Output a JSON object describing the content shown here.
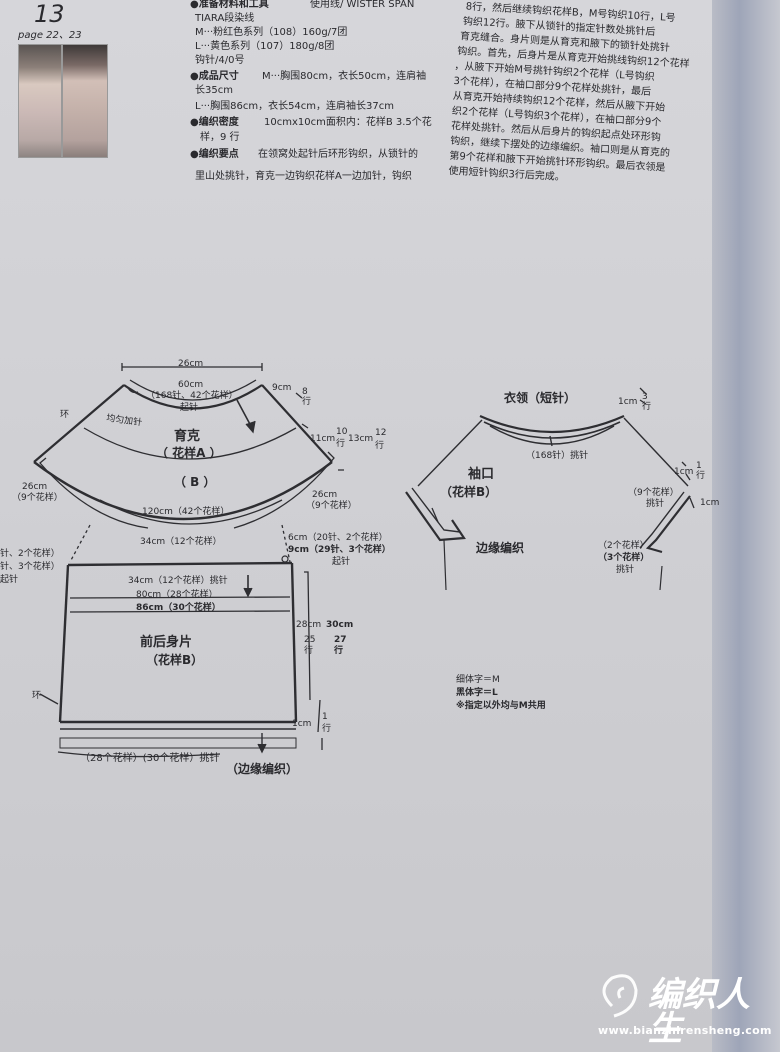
{
  "header": {
    "pattern_number": "13",
    "page_ref": "page 22、23"
  },
  "materials": {
    "label": "●准备材料和工具",
    "line1": "使用线/ WISTER SPAN",
    "line2": "TIARA段染线",
    "line3": "M···粉红色系列（108）160g/7团",
    "line4": "L···黄色系列（107）180g/8团",
    "line5": "钩针/4/0号"
  },
  "size": {
    "label": "●成品尺寸",
    "line1": "M···胸围80cm，衣长50cm，连肩袖",
    "line2": "长35cm",
    "line3": "L···胸围86cm，衣长54cm，连肩袖长37cm"
  },
  "gauge": {
    "label": "●编织密度",
    "line1": "10cmx10cm面积内：花样B 3.5个花",
    "line2": "样，9 行"
  },
  "points": {
    "label": "●编织要点",
    "line1": "在领窝处起针后环形钩织，从锁针的",
    "line2": "里山处挑针，育克一边钩织花样A一边加针，钩织"
  },
  "right_column": [
    "8行，然后继续钩织花样B，M号钩织10行，L号",
    "钩织12行。腋下从锁针的指定针数处挑针后",
    "育克缝合。身片则是从育克和腋下的锁针处挑针",
    "钩织。首先，后身片是从育克开始挑线钩织12个花样",
    "，从腋下开始M号挑针钩织2个花样（L号钩织",
    "3个花样），在袖口部分9个花样处挑针，最后",
    "从育克开始持续钩织12个花样，然后从腋下开始",
    "织2个花样（L号钩织3个花样），在袖口部分9个",
    "花样处挑针。然后从后身片的钩织起点处环形钩",
    "钩织，继续下摆处的边缘编织。袖口则是从育克的",
    "第9个花样和腋下开始挑针环形钩织。最后衣领是",
    "使用短针钩织3行后完成。"
  ],
  "yoke": {
    "top_width": "26cm",
    "inner_circ": "60cm",
    "start_stitches": "（168针、42个花样）",
    "start_label": "起针",
    "inc_label": "均匀加针",
    "ring_left": "环",
    "title": "育克",
    "pattern_a": "（ 花样A ）",
    "pattern_b": "（ B ）",
    "side_9cm": "9cm",
    "side_8rows": "8",
    "side_8rows_unit": "行",
    "side_11cm": "11cm",
    "side_10rows": "10",
    "side_10rows_unit": "行",
    "side_13cm": "13cm",
    "side_12rows": "12",
    "side_12rows_unit": "行",
    "left_26cm": "26cm",
    "left_9pat": "（9个花样）",
    "right_26cm": "26cm",
    "right_9pat": "（9个花样）",
    "bottom_120": "120cm（42个花样）",
    "bottom_34": "34cm（12个花样）"
  },
  "body": {
    "left_cut1": "针、2个花样）",
    "left_cut2": "针、3个花样）",
    "left_cut3": "起针",
    "right_6cm": "6cm（20针、2个花样）",
    "right_9cm": "9cm（29针、3个花样）",
    "right_start": "起针",
    "pick_34": "34cm（12个花样）挑针",
    "width_80": "80cm（28个花样）",
    "width_86": "86cm（30个花样）",
    "title": "前后身片",
    "pattern": "（花样B）",
    "ring": "环",
    "h28": "28cm",
    "h30": "30cm",
    "r25": "25",
    "r25u": "行",
    "r27": "27",
    "r27u": "行",
    "edge_1cm": "1cm",
    "edge_1row": "1",
    "edge_1row_u": "行",
    "pick_bottom": "（28个花样）(30个花样）挑针",
    "edge_title": "（边缘编织）"
  },
  "collar": {
    "title": "衣领（短针）",
    "cm1": "1cm",
    "rows3": "3",
    "rows3_u": "行",
    "pick": "（168针）挑针"
  },
  "sleeve": {
    "title": "袖口",
    "pattern": "（花样B）",
    "cm1a": "1cm",
    "rows1a": "1",
    "rows1a_u": "行",
    "pat9": "（9个花样）",
    "pick9": "挑针",
    "cm1b": "1cm",
    "pat2": "（2个花样）",
    "pat3": "（3个花样）",
    "pick23": "挑针",
    "edge_title": "边缘编织"
  },
  "legend": {
    "thin": "细体字＝M",
    "bold": "黑体字＝L",
    "note": "※指定以外均与M共用"
  },
  "watermark": {
    "logo_text": "编织人生",
    "url": "www.bianzhirensheng.com"
  },
  "colors": {
    "page": "#d2d2d6",
    "ink": "#2a2a2e",
    "spine": "#9ea5b8"
  }
}
